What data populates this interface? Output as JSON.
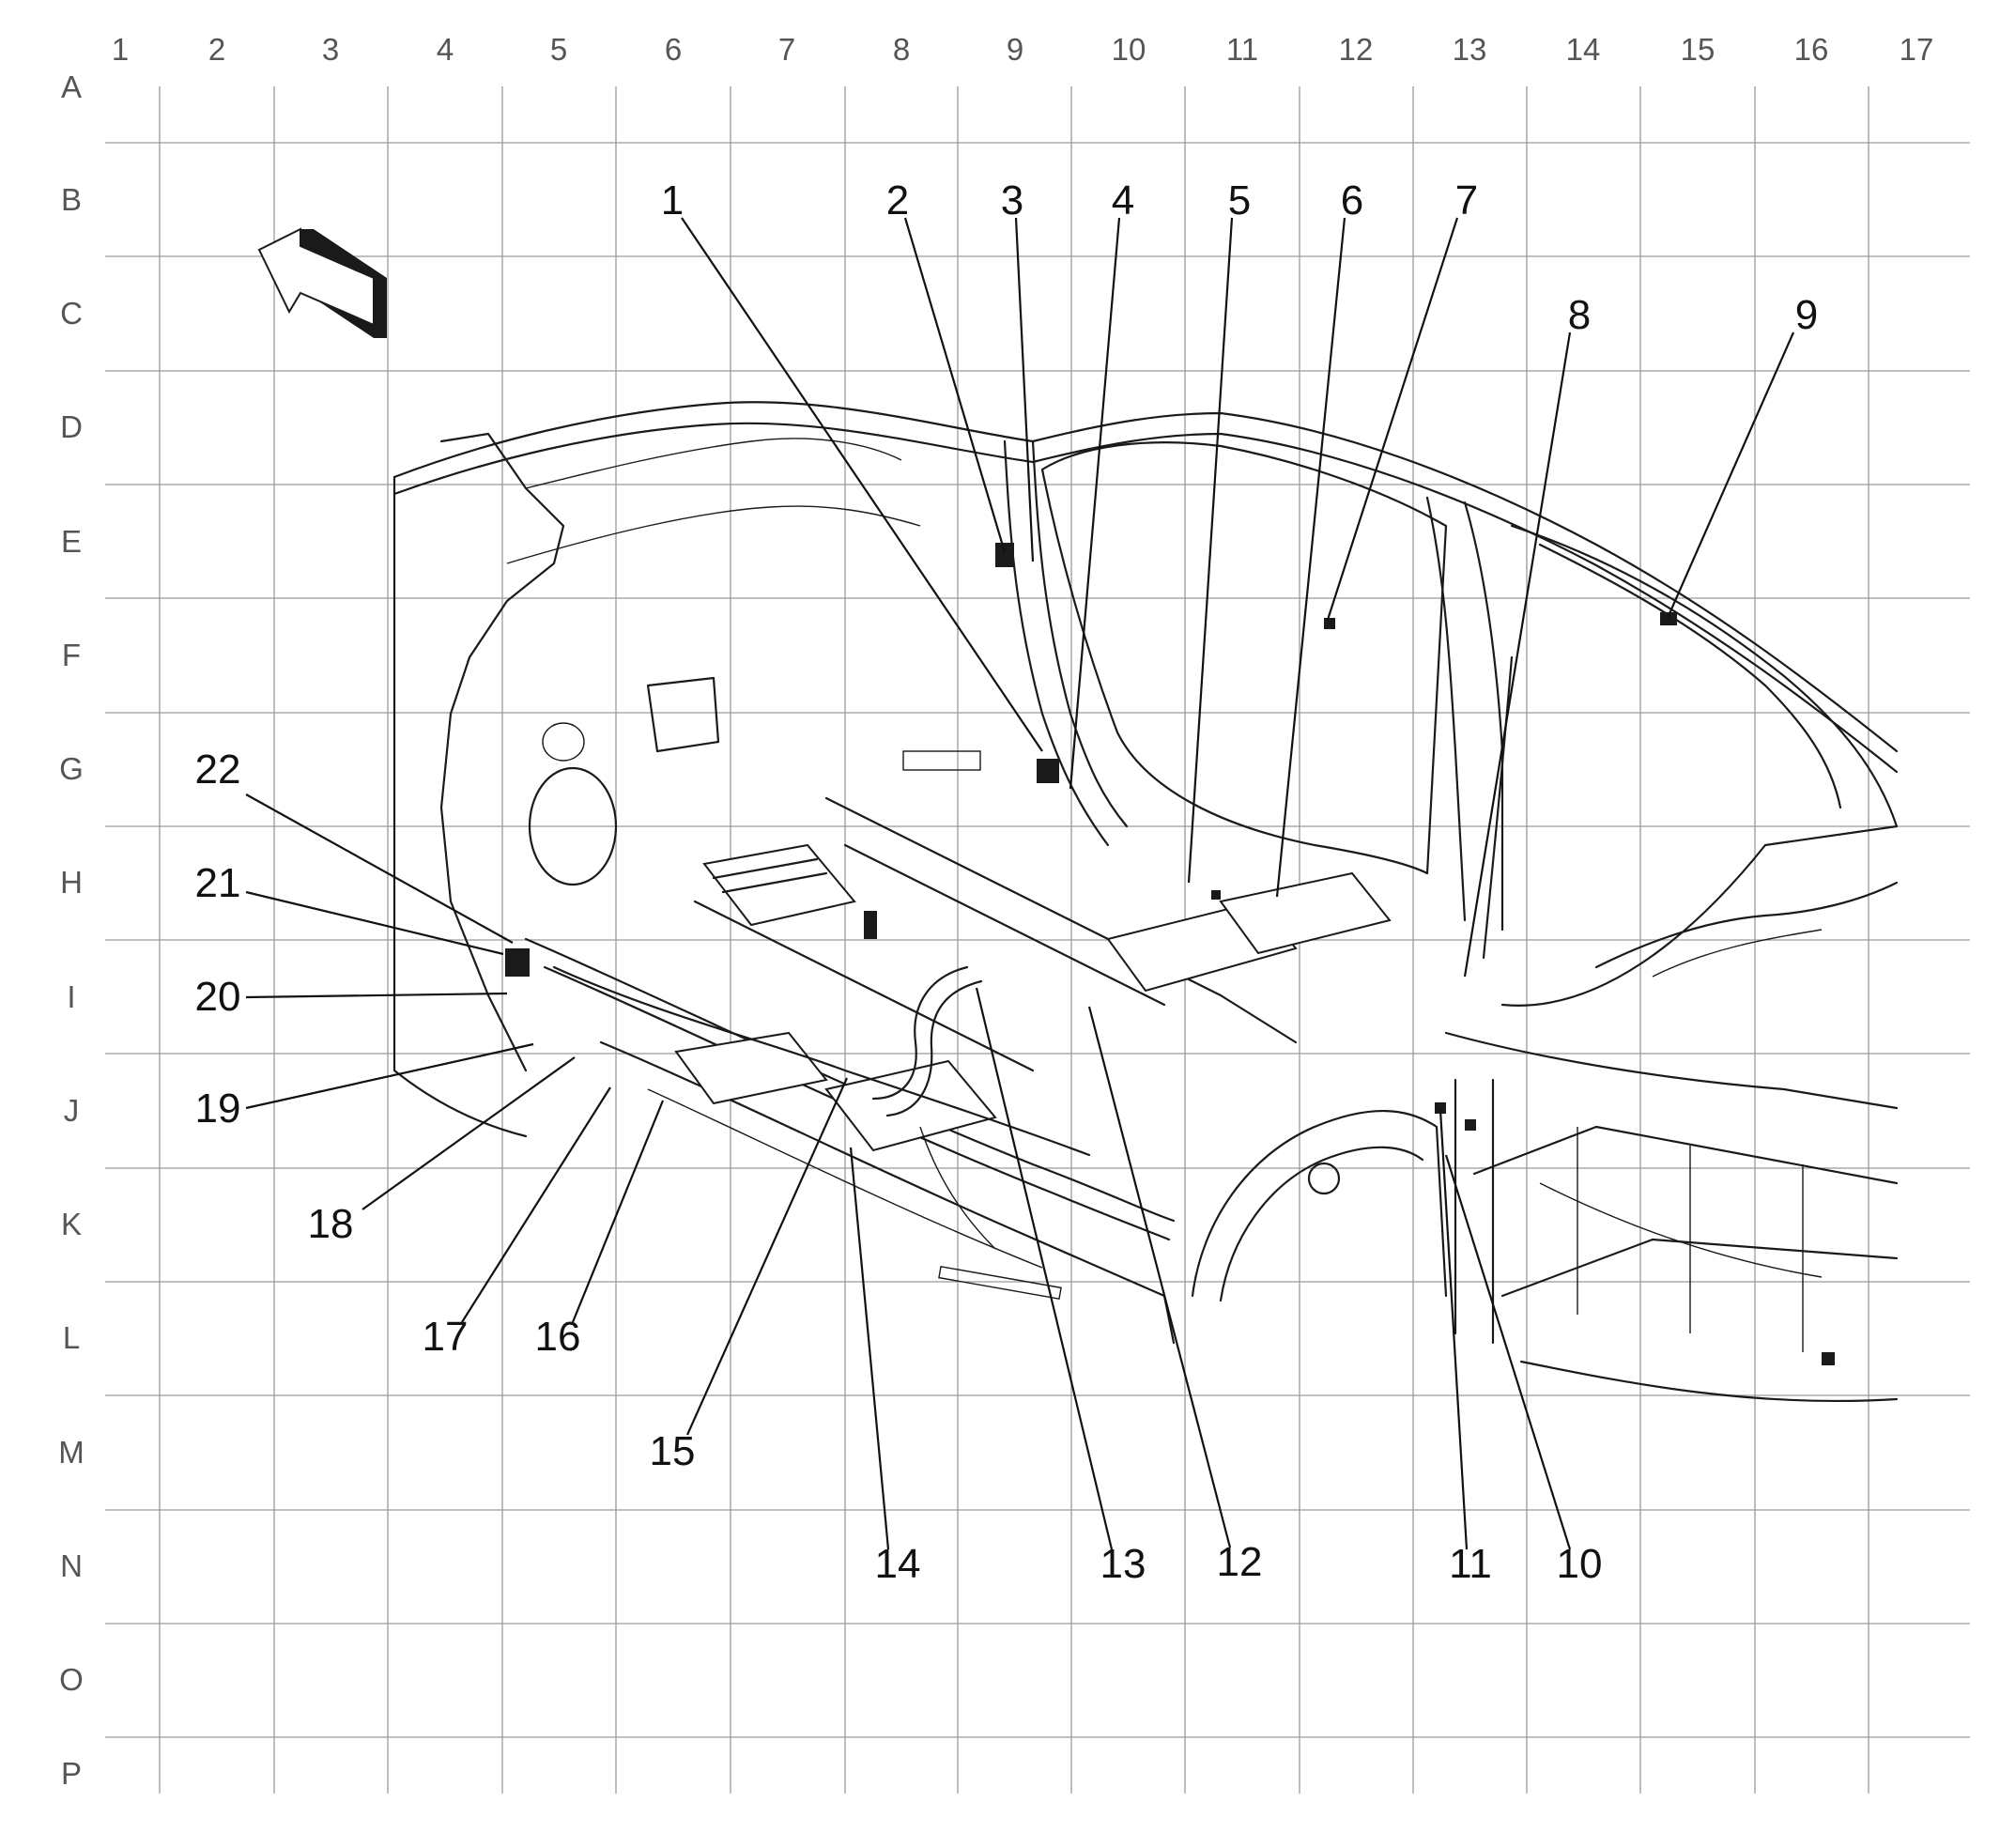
{
  "grid": {
    "columns": [
      "1",
      "2",
      "3",
      "4",
      "5",
      "6",
      "7",
      "8",
      "9",
      "10",
      "11",
      "12",
      "13",
      "14",
      "15",
      "16",
      "17"
    ],
    "rows": [
      "A",
      "B",
      "C",
      "D",
      "E",
      "F",
      "G",
      "H",
      "I",
      "J",
      "K",
      "L",
      "M",
      "N",
      "O",
      "P"
    ]
  },
  "callouts": [
    "1",
    "2",
    "3",
    "4",
    "5",
    "6",
    "7",
    "8",
    "9",
    "10",
    "11",
    "12",
    "13",
    "14",
    "15",
    "16",
    "17",
    "18",
    "19",
    "20",
    "21",
    "22"
  ],
  "icons": {
    "direction_arrow": "front-direction-arrow-icon"
  },
  "colors": {
    "line": "#1a1a1a",
    "grid": "#9a9a9a",
    "background": "#ffffff"
  }
}
